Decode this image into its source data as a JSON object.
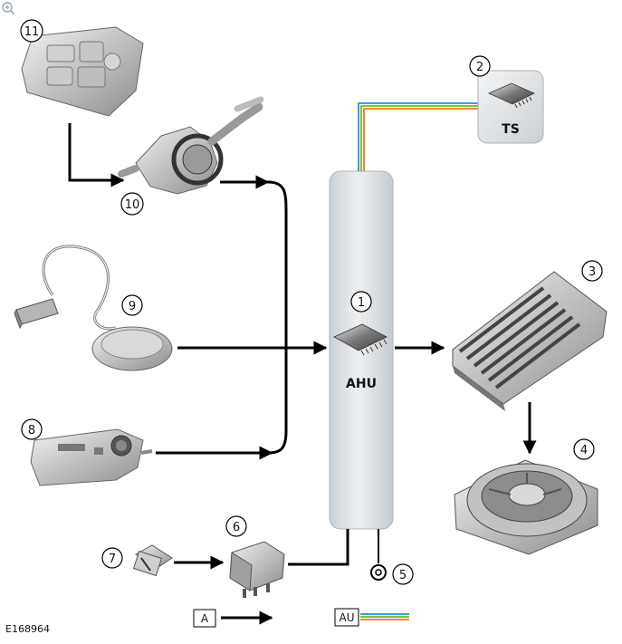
{
  "figure_id": "E168964",
  "module": {
    "callout": "1",
    "label": "AHU"
  },
  "touch_screen": {
    "callout": "2",
    "label": "TS"
  },
  "amplifier": {
    "callout": "3"
  },
  "speaker": {
    "callout": "4"
  },
  "ground": {
    "callout": "5"
  },
  "relay": {
    "callout": "6"
  },
  "fuse": {
    "callout": "7"
  },
  "audio_input_panel": {
    "callout": "8"
  },
  "microphone": {
    "callout": "9"
  },
  "steering_column_switch": {
    "callout": "10"
  },
  "steering_wheel_switch": {
    "callout": "11"
  },
  "legend": {
    "a_label": "A",
    "au_label": "AU"
  },
  "colors": {
    "line": "#000000",
    "bus_blue": "#3aa0d8",
    "bus_green": "#7cc242",
    "bus_orange": "#f08a24",
    "panel": "#dde3e8"
  },
  "icons": {
    "zoom": "zoom-icon"
  }
}
